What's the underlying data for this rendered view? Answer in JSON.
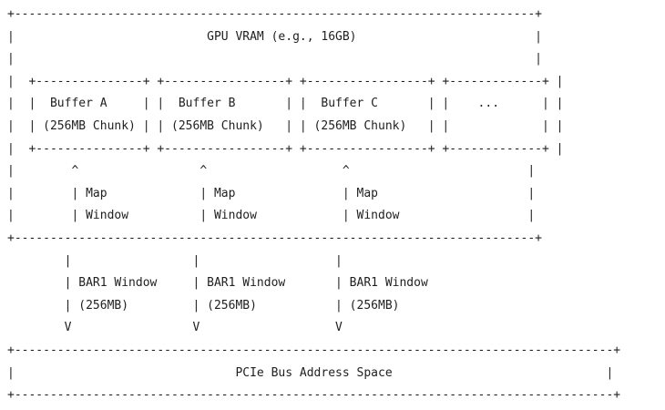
{
  "diagram": {
    "lines": [
      "+-------------------------------------------------------------------------+",
      "|                           GPU VRAM (e.g., 16GB)                         |",
      "|                                                                         |",
      "|  +---------------+ +-----------------+ +-----------------+ +-------------+ |",
      "|  |  Buffer A     | |  Buffer B       | |  Buffer C       | |    ...      | |",
      "|  | (256MB Chunk) | | (256MB Chunk)   | | (256MB Chunk)   | |             | |",
      "|  +---------------+ +-----------------+ +-----------------+ +-------------+ |",
      "|        ^                 ^                   ^                         |",
      "|        | Map             | Map               | Map                     |",
      "|        | Window          | Window            | Window                  |",
      "+-------------------------------------------------------------------------+",
      "        |                 |                   |",
      "        | BAR1 Window     | BAR1 Window       | BAR1 Window",
      "        | (256MB)         | (256MB)           | (256MB)",
      "        V                 V                   V",
      "+------------------------------------------------------------------------------------+",
      "|                               PCIe Bus Address Space                              |",
      "+------------------------------------------------------------------------------------+"
    ]
  }
}
